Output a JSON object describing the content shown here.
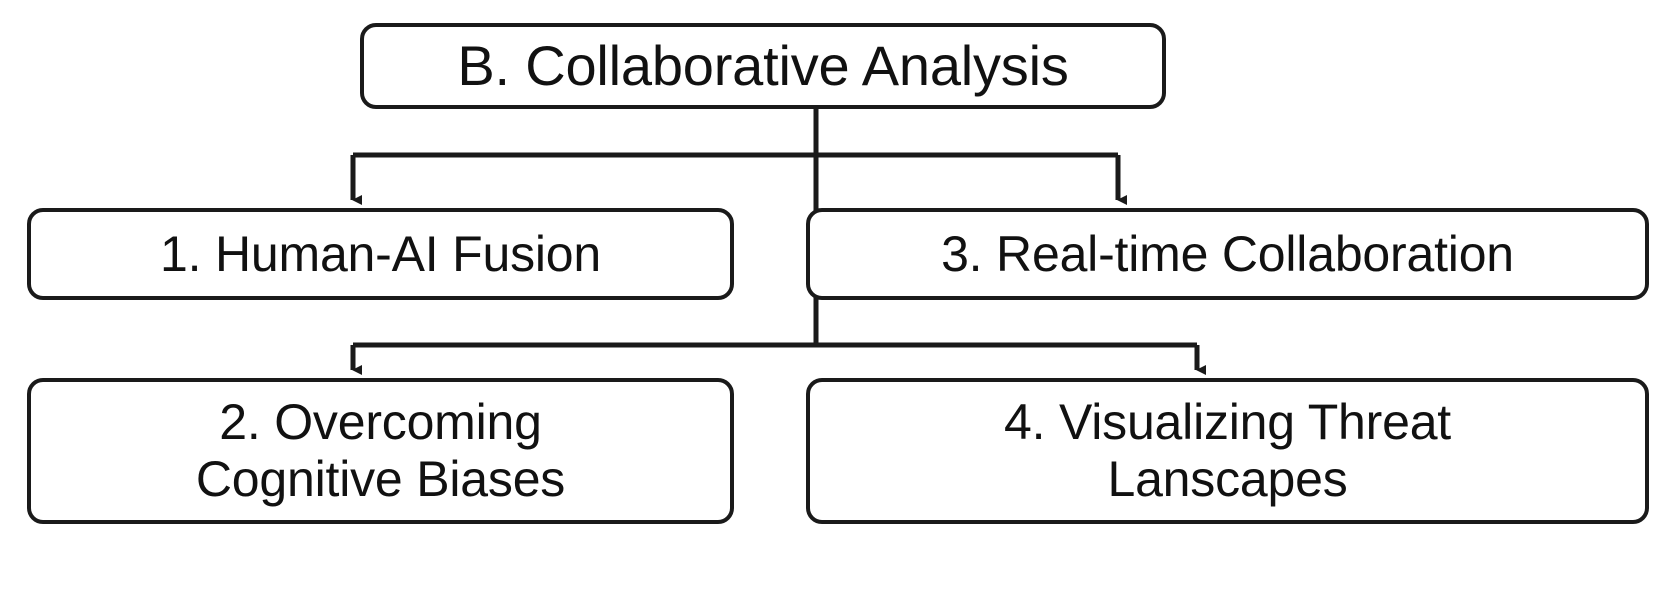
{
  "diagram": {
    "type": "tree-flowchart",
    "orientation": "top-down",
    "theme": {
      "background": "#ffffff",
      "stroke": "#1a1a1a",
      "text": "#111111",
      "node_fill": "#ffffff"
    },
    "root": {
      "id": "root",
      "label": "B. Collaborative Analysis"
    },
    "children": [
      {
        "id": "child-1",
        "label": "1. Human-AI Fusion",
        "number": "1",
        "title": "Human-AI Fusion",
        "position": "left-upper"
      },
      {
        "id": "child-3",
        "label": "3. Real-time Collaboration",
        "number": "3",
        "title": "Real-time Collaboration",
        "position": "right-upper"
      },
      {
        "id": "child-2",
        "label": "2. Overcoming\nCognitive Biases",
        "number": "2",
        "title": "Overcoming Cognitive Biases",
        "position": "left-lower"
      },
      {
        "id": "child-4",
        "label": "4. Visualizing Threat\nLanscapes",
        "number": "4",
        "title": "Visualizing Threat Lanscapes",
        "position": "right-lower"
      }
    ],
    "edges": [
      {
        "from": "root",
        "to": "child-1",
        "arrow": "down"
      },
      {
        "from": "root",
        "to": "child-3",
        "arrow": "down"
      },
      {
        "from": "root",
        "to": "child-2",
        "arrow": "down"
      },
      {
        "from": "root",
        "to": "child-4",
        "arrow": "down"
      }
    ]
  }
}
